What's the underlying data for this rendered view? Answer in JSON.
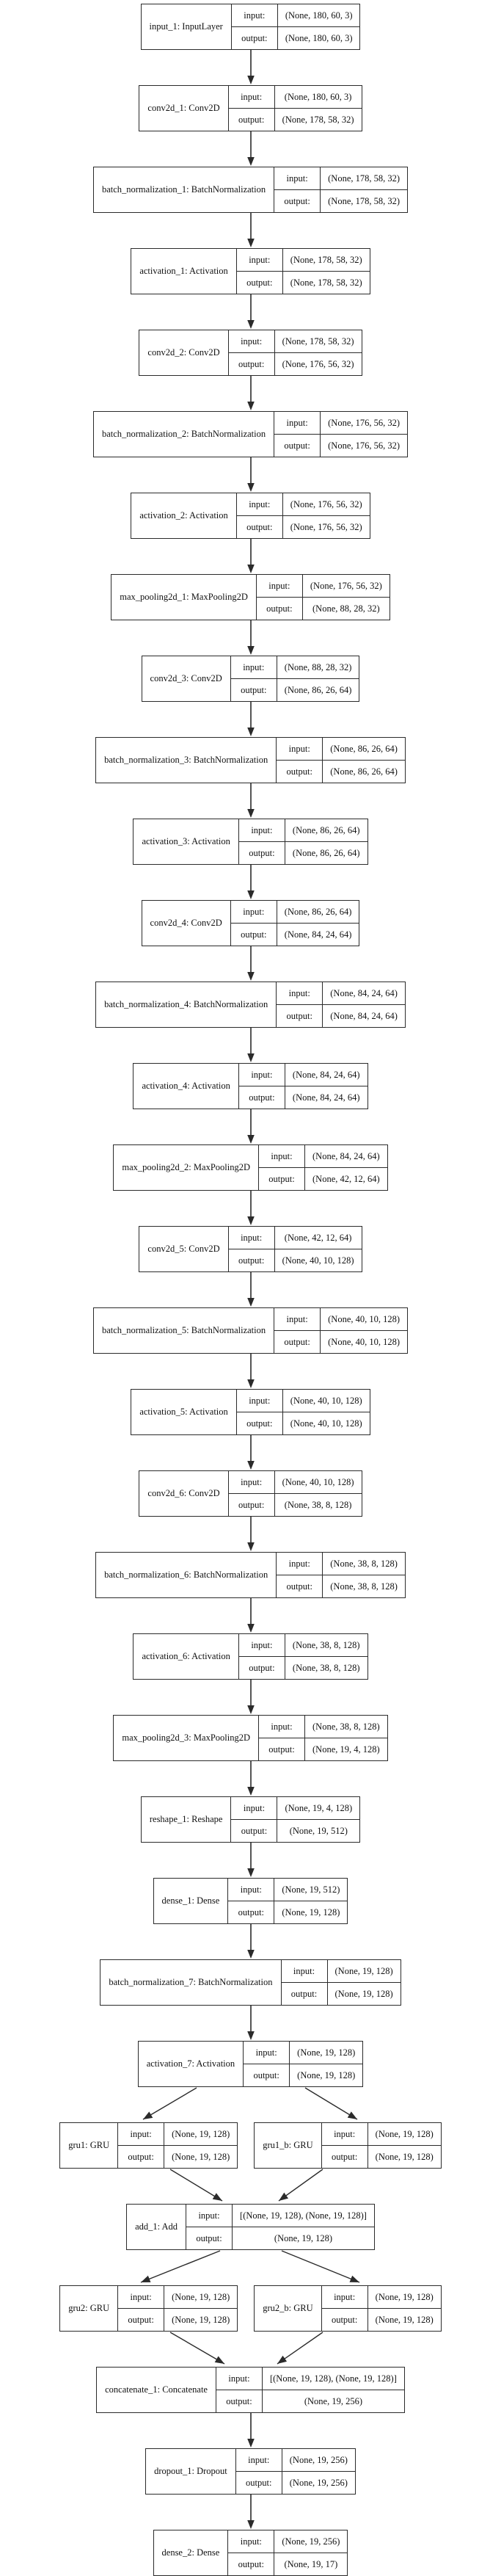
{
  "diagram": {
    "kind": "keras-model-plot",
    "background_color": "#ffffff",
    "border_color": "#2b2b2b",
    "text_color": "#111111",
    "labels": {
      "input": "input:",
      "output": "output:"
    },
    "nodes": [
      {
        "name": "input_1",
        "label": "input_1: InputLayer",
        "input": "(None, 180, 60, 3)",
        "output": "(None, 180, 60, 3)"
      },
      {
        "name": "conv2d_1",
        "label": "conv2d_1: Conv2D",
        "input": "(None, 180, 60, 3)",
        "output": "(None, 178, 58, 32)"
      },
      {
        "name": "batch_normalization_1",
        "label": "batch_normalization_1: BatchNormalization",
        "input": "(None, 178, 58, 32)",
        "output": "(None, 178, 58, 32)"
      },
      {
        "name": "activation_1",
        "label": "activation_1: Activation",
        "input": "(None, 178, 58, 32)",
        "output": "(None, 178, 58, 32)"
      },
      {
        "name": "conv2d_2",
        "label": "conv2d_2: Conv2D",
        "input": "(None, 178, 58, 32)",
        "output": "(None, 176, 56, 32)"
      },
      {
        "name": "batch_normalization_2",
        "label": "batch_normalization_2: BatchNormalization",
        "input": "(None, 176, 56, 32)",
        "output": "(None, 176, 56, 32)"
      },
      {
        "name": "activation_2",
        "label": "activation_2: Activation",
        "input": "(None, 176, 56, 32)",
        "output": "(None, 176, 56, 32)"
      },
      {
        "name": "max_pooling2d_1",
        "label": "max_pooling2d_1: MaxPooling2D",
        "input": "(None, 176, 56, 32)",
        "output": "(None, 88, 28, 32)"
      },
      {
        "name": "conv2d_3",
        "label": "conv2d_3: Conv2D",
        "input": "(None, 88, 28, 32)",
        "output": "(None, 86, 26, 64)"
      },
      {
        "name": "batch_normalization_3",
        "label": "batch_normalization_3: BatchNormalization",
        "input": "(None, 86, 26, 64)",
        "output": "(None, 86, 26, 64)"
      },
      {
        "name": "activation_3",
        "label": "activation_3: Activation",
        "input": "(None, 86, 26, 64)",
        "output": "(None, 86, 26, 64)"
      },
      {
        "name": "conv2d_4",
        "label": "conv2d_4: Conv2D",
        "input": "(None, 86, 26, 64)",
        "output": "(None, 84, 24, 64)"
      },
      {
        "name": "batch_normalization_4",
        "label": "batch_normalization_4: BatchNormalization",
        "input": "(None, 84, 24, 64)",
        "output": "(None, 84, 24, 64)"
      },
      {
        "name": "activation_4",
        "label": "activation_4: Activation",
        "input": "(None, 84, 24, 64)",
        "output": "(None, 84, 24, 64)"
      },
      {
        "name": "max_pooling2d_2",
        "label": "max_pooling2d_2: MaxPooling2D",
        "input": "(None, 84, 24, 64)",
        "output": "(None, 42, 12, 64)"
      },
      {
        "name": "conv2d_5",
        "label": "conv2d_5: Conv2D",
        "input": "(None, 42, 12, 64)",
        "output": "(None, 40, 10, 128)"
      },
      {
        "name": "batch_normalization_5",
        "label": "batch_normalization_5: BatchNormalization",
        "input": "(None, 40, 10, 128)",
        "output": "(None, 40, 10, 128)"
      },
      {
        "name": "activation_5",
        "label": "activation_5: Activation",
        "input": "(None, 40, 10, 128)",
        "output": "(None, 40, 10, 128)"
      },
      {
        "name": "conv2d_6",
        "label": "conv2d_6: Conv2D",
        "input": "(None, 40, 10, 128)",
        "output": "(None, 38, 8, 128)"
      },
      {
        "name": "batch_normalization_6",
        "label": "batch_normalization_6: BatchNormalization",
        "input": "(None, 38, 8, 128)",
        "output": "(None, 38, 8, 128)"
      },
      {
        "name": "activation_6",
        "label": "activation_6: Activation",
        "input": "(None, 38, 8, 128)",
        "output": "(None, 38, 8, 128)"
      },
      {
        "name": "max_pooling2d_3",
        "label": "max_pooling2d_3: MaxPooling2D",
        "input": "(None, 38, 8, 128)",
        "output": "(None, 19, 4, 128)"
      },
      {
        "name": "reshape_1",
        "label": "reshape_1: Reshape",
        "input": "(None, 19, 4, 128)",
        "output": "(None, 19, 512)"
      },
      {
        "name": "dense_1",
        "label": "dense_1: Dense",
        "input": "(None, 19, 512)",
        "output": "(None, 19, 128)"
      },
      {
        "name": "batch_normalization_7",
        "label": "batch_normalization_7: BatchNormalization",
        "input": "(None, 19, 128)",
        "output": "(None, 19, 128)"
      },
      {
        "name": "activation_7",
        "label": "activation_7: Activation",
        "input": "(None, 19, 128)",
        "output": "(None, 19, 128)"
      },
      {
        "name": "gru1",
        "label": "gru1: GRU",
        "input": "(None, 19, 128)",
        "output": "(None, 19, 128)"
      },
      {
        "name": "gru1_b",
        "label": "gru1_b: GRU",
        "input": "(None, 19, 128)",
        "output": "(None, 19, 128)"
      },
      {
        "name": "add_1",
        "label": "add_1: Add",
        "input": "[(None, 19, 128), (None, 19, 128)]",
        "output": "(None, 19, 128)"
      },
      {
        "name": "gru2",
        "label": "gru2: GRU",
        "input": "(None, 19, 128)",
        "output": "(None, 19, 128)"
      },
      {
        "name": "gru2_b",
        "label": "gru2_b: GRU",
        "input": "(None, 19, 128)",
        "output": "(None, 19, 128)"
      },
      {
        "name": "concatenate_1",
        "label": "concatenate_1: Concatenate",
        "input": "[(None, 19, 128), (None, 19, 128)]",
        "output": "(None, 19, 256)"
      },
      {
        "name": "dropout_1",
        "label": "dropout_1: Dropout",
        "input": "(None, 19, 256)",
        "output": "(None, 19, 256)"
      },
      {
        "name": "dense_2",
        "label": "dense_2: Dense",
        "input": "(None, 19, 256)",
        "output": "(None, 19, 17)"
      }
    ],
    "edges": [
      [
        "input_1",
        "conv2d_1"
      ],
      [
        "conv2d_1",
        "batch_normalization_1"
      ],
      [
        "batch_normalization_1",
        "activation_1"
      ],
      [
        "activation_1",
        "conv2d_2"
      ],
      [
        "conv2d_2",
        "batch_normalization_2"
      ],
      [
        "batch_normalization_2",
        "activation_2"
      ],
      [
        "activation_2",
        "max_pooling2d_1"
      ],
      [
        "max_pooling2d_1",
        "conv2d_3"
      ],
      [
        "conv2d_3",
        "batch_normalization_3"
      ],
      [
        "batch_normalization_3",
        "activation_3"
      ],
      [
        "activation_3",
        "conv2d_4"
      ],
      [
        "conv2d_4",
        "batch_normalization_4"
      ],
      [
        "batch_normalization_4",
        "activation_4"
      ],
      [
        "activation_4",
        "max_pooling2d_2"
      ],
      [
        "max_pooling2d_2",
        "conv2d_5"
      ],
      [
        "conv2d_5",
        "batch_normalization_5"
      ],
      [
        "batch_normalization_5",
        "activation_5"
      ],
      [
        "activation_5",
        "conv2d_6"
      ],
      [
        "conv2d_6",
        "batch_normalization_6"
      ],
      [
        "batch_normalization_6",
        "activation_6"
      ],
      [
        "activation_6",
        "max_pooling2d_3"
      ],
      [
        "max_pooling2d_3",
        "reshape_1"
      ],
      [
        "reshape_1",
        "dense_1"
      ],
      [
        "dense_1",
        "batch_normalization_7"
      ],
      [
        "batch_normalization_7",
        "activation_7"
      ],
      [
        "activation_7",
        "gru1"
      ],
      [
        "activation_7",
        "gru1_b"
      ],
      [
        "gru1",
        "add_1"
      ],
      [
        "gru1_b",
        "add_1"
      ],
      [
        "add_1",
        "gru2"
      ],
      [
        "add_1",
        "gru2_b"
      ],
      [
        "gru2",
        "concatenate_1"
      ],
      [
        "gru2_b",
        "concatenate_1"
      ],
      [
        "concatenate_1",
        "dropout_1"
      ],
      [
        "dropout_1",
        "dense_2"
      ]
    ]
  }
}
